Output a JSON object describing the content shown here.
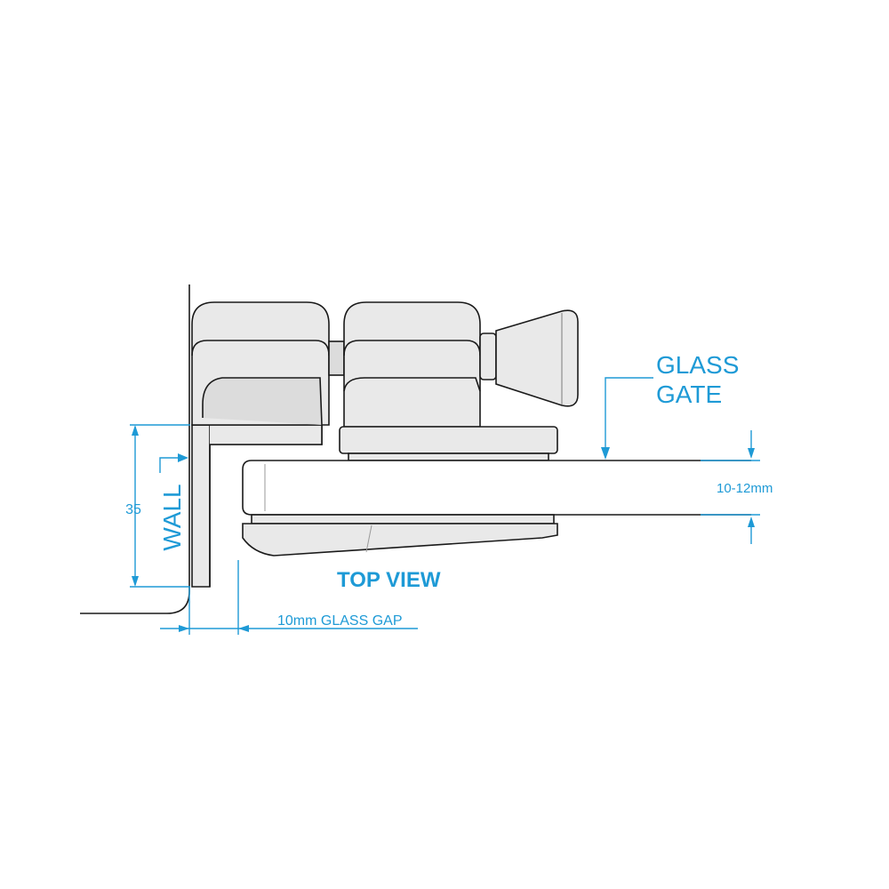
{
  "labels": {
    "glass_gate_line1": "GLASS",
    "glass_gate_line2": "GATE",
    "thickness": "10-12mm",
    "wall": "WALL",
    "height_dim": "35",
    "view": "TOP VIEW",
    "gap": "10mm GLASS GAP"
  },
  "colors": {
    "annotation": "#1e9ad6",
    "outline": "#1a1a1a",
    "fill": "#e9e9e9",
    "fill_dark": "#dcdcdc"
  }
}
